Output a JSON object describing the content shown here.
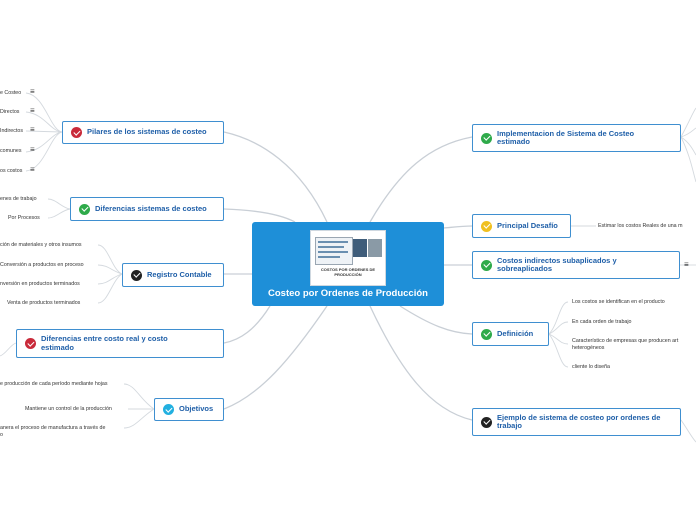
{
  "central": {
    "title": "Costeo por Ordenes de Producción",
    "image_caption": "COSTOS POR ORDENES DE PRODUCCIÓN"
  },
  "left": {
    "pilares": {
      "label": "Pilares de los sistemas de costeo",
      "icon": "check-red",
      "items": [
        "e Costeo",
        "Directos",
        "Indirectos",
        "comunes",
        "os costos"
      ]
    },
    "diferencias": {
      "label": "Diferencias sistemas de costeo",
      "icon": "check-green",
      "items": [
        "enes de trabajo",
        "Por Procesos"
      ]
    },
    "registro": {
      "label": "Registro Contable",
      "icon": "check-black",
      "items": [
        "ción de materiales y otros insumos",
        "Conversión a productos en proceso",
        "nversión en productos terminados",
        "Venta de productos terminados"
      ]
    },
    "costo_real": {
      "label": "Diferencias entre costo real y costo estimado",
      "icon": "check-red"
    },
    "objetivos": {
      "label": "Objetivos",
      "icon": "check-cyan",
      "items": [
        "e producción de cada período mediante hojas",
        "Mantiene un control de la producción",
        "anera el proceso de manufactura a través de",
        "o"
      ]
    }
  },
  "right": {
    "implementacion": {
      "label": "Implementacion de Sistema de Costeo estimado",
      "icon": "check-green"
    },
    "desafio": {
      "label": "Principal Desafío",
      "icon": "check-yellow",
      "item": "Estimar los costos Reales de una m"
    },
    "subaplicados": {
      "label": "Costos indirectos subaplicados y sobreaplicados",
      "icon": "check-green"
    },
    "definicion": {
      "label": "Definición",
      "icon": "check-green",
      "items": [
        "Los costos se identifican en el producto",
        "En cada orden de trabajo",
        "Característico de empresas que producen art heterogéneos",
        "cliente lo diseña"
      ]
    },
    "ejemplo": {
      "label": "Ejemplo de sistema de costeo por ordenes de trabajo",
      "icon": "check-black"
    }
  }
}
